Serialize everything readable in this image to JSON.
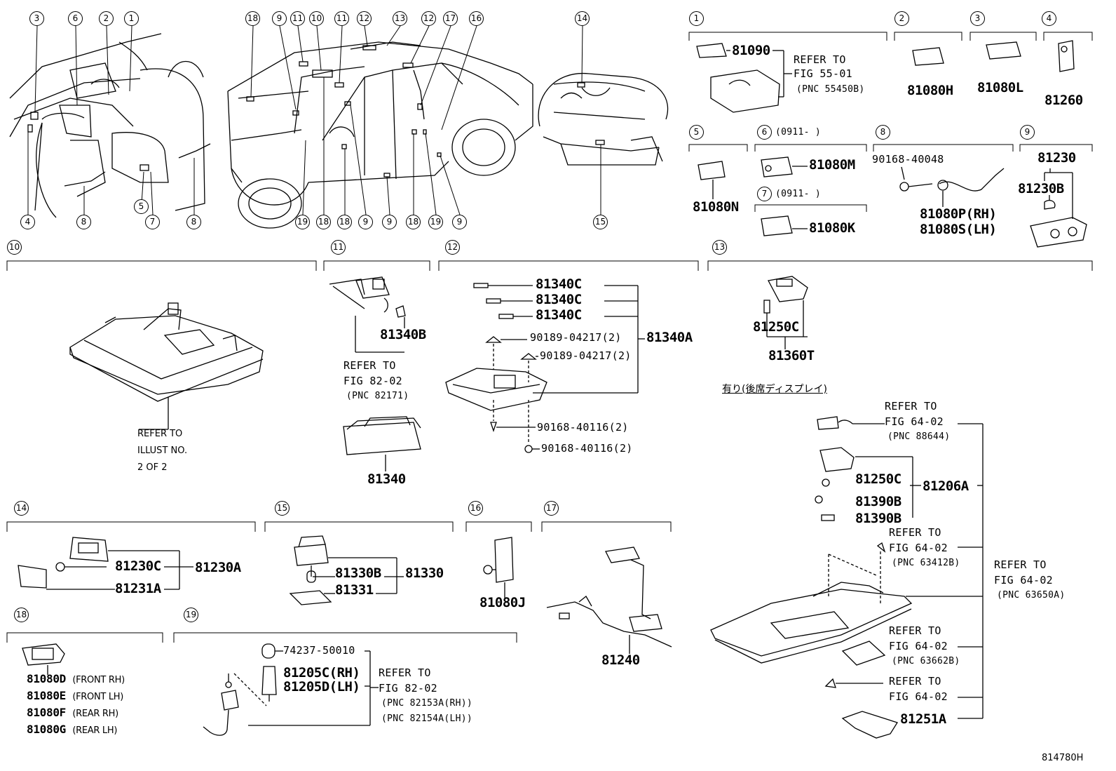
{
  "diagram_id": "814780H",
  "jp_note": "有り(後席ディスプレイ)",
  "top_callouts": [
    {
      "n": "3"
    },
    {
      "n": "6"
    },
    {
      "n": "2"
    },
    {
      "n": "1"
    },
    {
      "n": "4"
    },
    {
      "n": "8"
    },
    {
      "n": "5"
    },
    {
      "n": "7"
    },
    {
      "n": "8"
    },
    {
      "n": "18"
    },
    {
      "n": "9"
    },
    {
      "n": "11"
    },
    {
      "n": "10"
    },
    {
      "n": "11"
    },
    {
      "n": "12"
    },
    {
      "n": "13"
    },
    {
      "n": "12"
    },
    {
      "n": "17"
    },
    {
      "n": "16"
    },
    {
      "n": "19"
    },
    {
      "n": "18"
    },
    {
      "n": "18"
    },
    {
      "n": "9"
    },
    {
      "n": "9"
    },
    {
      "n": "18"
    },
    {
      "n": "19"
    },
    {
      "n": "9"
    },
    {
      "n": "14"
    },
    {
      "n": "15"
    }
  ],
  "sections": {
    "s1": {
      "num": "1",
      "parts": [
        "81090"
      ],
      "refer": "REFER TO",
      "fig": "FIG 55-01",
      "pnc": "(PNC 55450B)"
    },
    "s2": {
      "num": "2",
      "parts": [
        "81080H"
      ]
    },
    "s3": {
      "num": "3",
      "parts": [
        "81080L"
      ]
    },
    "s4": {
      "num": "4",
      "parts": [
        "81260"
      ]
    },
    "s5": {
      "num": "5",
      "parts": [
        "81080N"
      ]
    },
    "s6": {
      "num": "6",
      "date": "(0911-    )",
      "parts": [
        "81080M"
      ]
    },
    "s7": {
      "num": "7",
      "date": "(0911-    )",
      "parts": [
        "81080K"
      ]
    },
    "s8": {
      "num": "8",
      "parts": [
        "90168-40048",
        "81080P(RH)",
        "81080S(LH)"
      ]
    },
    "s9": {
      "num": "9",
      "parts": [
        "81230",
        "81230B"
      ]
    },
    "s10": {
      "num": "10",
      "refer": "REFER TO",
      "illust": "ILLUST NO.",
      "of": "2 OF 2"
    },
    "s11": {
      "num": "11",
      "parts": [
        "81340B",
        "81340"
      ],
      "refer": "REFER TO",
      "fig": "FIG 82-02",
      "pnc": "(PNC 82171)"
    },
    "s12": {
      "num": "12",
      "parts": [
        "81340C",
        "81340C",
        "81340C",
        "90189-04217(2)",
        "90189-04217(2)",
        "81340A",
        "90168-40116(2)",
        "90168-40116(2)"
      ]
    },
    "s13": {
      "num": "13",
      "parts": [
        "81250C",
        "81360T"
      ]
    },
    "s13b": {
      "refer_a": "REFER TO",
      "fig_a": "FIG 64-02",
      "pnc_a": "(PNC 88644)",
      "parts": [
        "81250C",
        "81206A",
        "81390B",
        "81390B"
      ],
      "refer_b": "REFER TO",
      "fig_b": "FIG 64-02",
      "pnc_b": "(PNC 63412B)",
      "refer_c": "REFER TO",
      "fig_c": "FIG 64-02",
      "pnc_c": "(PNC 63650A)",
      "refer_d": "REFER TO",
      "fig_d": "FIG 64-02",
      "pnc_d": "(PNC 63662B)",
      "refer_e": "REFER TO",
      "fig_e": "FIG 64-02",
      "part_last": "81251A"
    },
    "s14": {
      "num": "14",
      "parts": [
        "81230C",
        "81230A",
        "81231A"
      ]
    },
    "s15": {
      "num": "15",
      "parts": [
        "81330B",
        "81330",
        "81331"
      ]
    },
    "s16": {
      "num": "16",
      "parts": [
        "81080J"
      ]
    },
    "s17": {
      "num": "17",
      "parts": [
        "81240"
      ]
    },
    "s18": {
      "num": "18",
      "parts": [
        {
          "pn": "81080D",
          "pos": "(FRONT RH)"
        },
        {
          "pn": "81080E",
          "pos": "(FRONT LH)"
        },
        {
          "pn": "81080F",
          "pos": "(REAR RH)"
        },
        {
          "pn": "81080G",
          "pos": "(REAR LH)"
        }
      ]
    },
    "s19": {
      "num": "19",
      "parts": [
        "74237-50010",
        "81205C(RH)",
        "81205D(LH)"
      ],
      "refer": "REFER TO",
      "fig": "FIG 82-02",
      "pnc_rh": "(PNC 82153A(RH))",
      "pnc_lh": "(PNC 82154A(LH))"
    }
  }
}
